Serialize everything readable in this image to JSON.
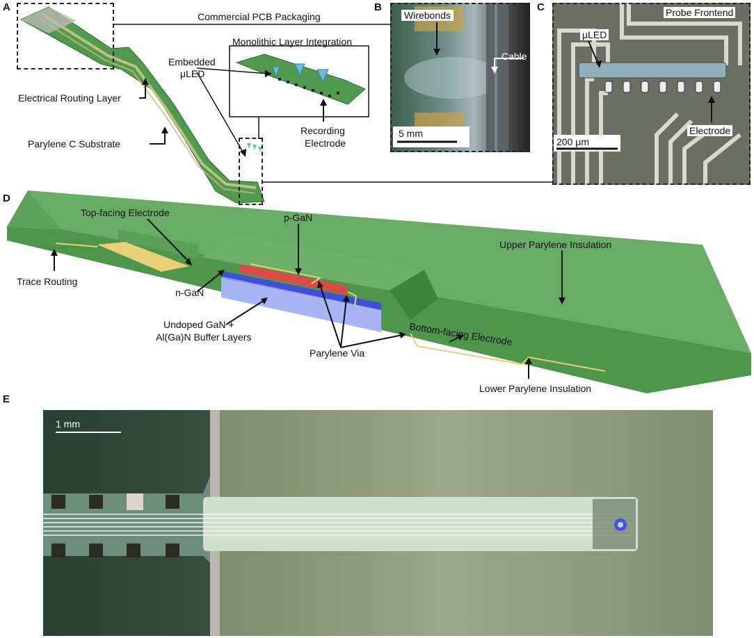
{
  "panels": {
    "a": "A",
    "b": "B",
    "c": "C",
    "d": "D",
    "e": "E"
  },
  "panel_a": {
    "packaging": "Commercial PCB Packaging",
    "integration": "Monolithic Layer Integration",
    "embedded_1": "Embedded",
    "embedded_2": "μLED",
    "routing": "Electrical Routing Layer",
    "substrate": "Parylene C Substrate",
    "recording_1": "Recording",
    "recording_2": "Electrode"
  },
  "panel_b": {
    "wirebonds": "Wirebonds",
    "cable": "Cable",
    "scale": "5 mm"
  },
  "panel_c": {
    "frontend": "Probe Frontend",
    "uled": "μLED",
    "electrode": "Electrode",
    "scale": "200 μm"
  },
  "panel_d": {
    "top_electrode": "Top-facing Electrode",
    "p_gan": "p-GaN",
    "upper_insulation": "Upper Parylene Insulation",
    "trace": "Trace Routing",
    "n_gan": "n-GaN",
    "undoped_1": "Undoped GaN +",
    "undoped_2": "Al(Ga)N Buffer Layers",
    "bottom_electrode": "Bottom-facing Electrode",
    "via": "Parylene Via",
    "lower_insulation": "Lower Parylene Insulation"
  },
  "panel_e": {
    "scale": "1 mm"
  },
  "colors": {
    "parylene": "#5da35d",
    "p_gan": "#e04848",
    "n_gan": "#3f4fd8",
    "undoped": "#a9b4f5",
    "gold": "#e8cf78"
  }
}
